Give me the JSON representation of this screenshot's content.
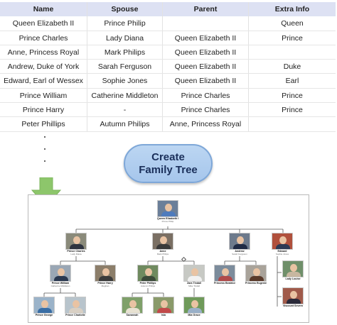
{
  "table": {
    "headers": [
      "Name",
      "Spouse",
      "Parent",
      "Extra Info"
    ],
    "rows": [
      [
        "Queen Elizabeth II",
        "Prince Philip",
        "",
        "Queen"
      ],
      [
        "Prince Charles",
        "Lady Diana",
        "Queen Elizabeth II",
        "Prince"
      ],
      [
        "Anne, Princess Royal",
        "Mark Philips",
        "Queen Elizabeth II",
        ""
      ],
      [
        "Andrew, Duke of York",
        "Sarah Ferguson",
        "Queen Elizabeth II",
        "Duke"
      ],
      [
        "Edward, Earl of Wessex",
        "Sophie Jones",
        "Queen Elizabeth II",
        "Earl"
      ],
      [
        "Prince William",
        "Catherine Middleton",
        "Prince Charles",
        "Prince"
      ],
      [
        "Prince Harry",
        "-",
        "Prince Charles",
        "Prince"
      ],
      [
        "Peter Phillips",
        "Autumn Philips",
        "Anne, Princess Royal",
        ""
      ]
    ]
  },
  "button": {
    "line1": "Create",
    "line2": "Family Tree"
  },
  "colors": {
    "header_bg": "#dde1f3",
    "button_bg": "#a6c6ec",
    "arrow": "#8dc66b"
  },
  "tree": {
    "nodes": [
      {
        "id": "queen",
        "name": "Queen Elizabeth II",
        "sub": "Prince Philip"
      },
      {
        "id": "charles",
        "name": "Prince Charles",
        "sub": "Lady Diana"
      },
      {
        "id": "anne",
        "name": "Anne",
        "sub": "Mark Philips"
      },
      {
        "id": "andrew",
        "name": "Andrew",
        "sub": "Sarah Ferguson"
      },
      {
        "id": "edward",
        "name": "Edward",
        "sub": "Sophie Jones"
      },
      {
        "id": "william",
        "name": "Prince William",
        "sub": "Catherine Middleton"
      },
      {
        "id": "harry",
        "name": "Prince Harry",
        "sub": "Meghan"
      },
      {
        "id": "peter",
        "name": "Peter Phillips",
        "sub": "Autumn Philips"
      },
      {
        "id": "zara",
        "name": "Zara Tindall",
        "sub": "Mike Tindall"
      },
      {
        "id": "beatrice",
        "name": "Princess Beatrice",
        "sub": ""
      },
      {
        "id": "eugenie",
        "name": "Princess Eugenie",
        "sub": ""
      },
      {
        "id": "louise",
        "name": "Lady Louise",
        "sub": ""
      },
      {
        "id": "james",
        "name": "Viscount Severn",
        "sub": ""
      },
      {
        "id": "george",
        "name": "Prince George",
        "sub": ""
      },
      {
        "id": "charlotte",
        "name": "Prince Charlotte",
        "sub": ""
      },
      {
        "id": "savannah",
        "name": "Savannah",
        "sub": ""
      },
      {
        "id": "isla",
        "name": "Isla",
        "sub": ""
      },
      {
        "id": "mia",
        "name": "Mia Grace",
        "sub": ""
      }
    ]
  }
}
